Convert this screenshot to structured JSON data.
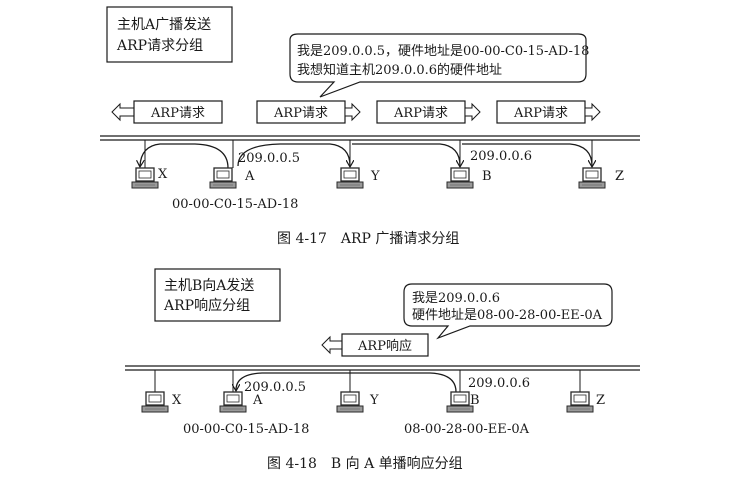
{
  "figure1": {
    "note_box_lines": [
      "主机A广播发送",
      "ARP请求分组"
    ],
    "callout_lines": [
      "我是209.0.0.5，硬件地址是00-00-C0-15-AD-18",
      "我想知道主机209.0.0.6的硬件地址"
    ],
    "packet_label": "ARP请求",
    "hosts": {
      "x": "X",
      "a": "A",
      "y": "Y",
      "b": "B",
      "z": "Z"
    },
    "ip_a": "209.0.0.5",
    "ip_b": "209.0.0.6",
    "mac_a": "00-00-C0-15-AD-18",
    "caption": "图 4-17　ARP 广播请求分组"
  },
  "figure2": {
    "note_box_lines": [
      "主机B向A发送",
      "ARP响应分组"
    ],
    "callout_lines": [
      "我是209.0.0.6",
      "硬件地址是08-00-28-00-EE-0A"
    ],
    "packet_label": "ARP响应",
    "hosts": {
      "x": "X",
      "a": "A",
      "y": "Y",
      "b": "B",
      "z": "Z"
    },
    "ip_a": "209.0.0.5",
    "ip_b": "209.0.0.6",
    "mac_a": "00-00-C0-15-AD-18",
    "mac_b": "08-00-28-00-EE-0A",
    "caption": "图 4-18　B 向 A 单播响应分组"
  }
}
